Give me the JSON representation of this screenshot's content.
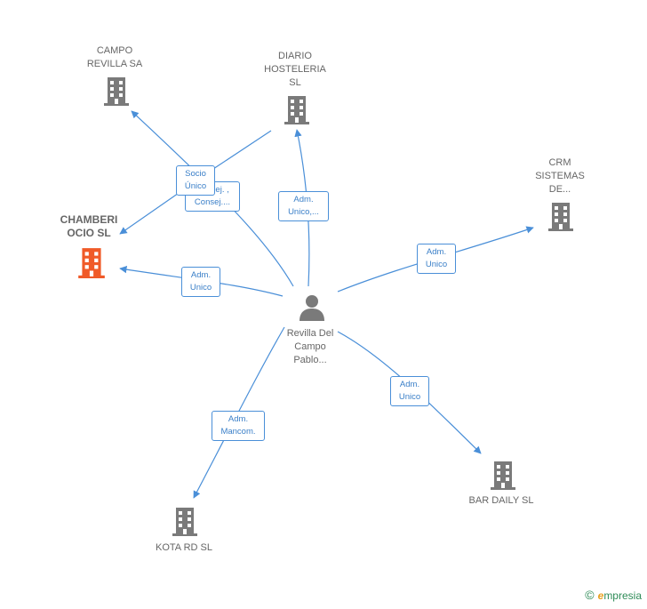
{
  "nodes": {
    "campo_revilla": "CAMPO\nREVILLA SA",
    "diario_hosteleria": "DIARIO\nHOSTELERIA\nSL",
    "crm_sistemas": "CRM\nSISTEMAS\nDE...",
    "chamberi_ocio": "CHAMBERI\nOCIO  SL",
    "bar_daily": "BAR DAILY SL",
    "kota_rd": "KOTA RD  SL",
    "person": "Revilla Del\nCampo\nPablo..."
  },
  "edges": {
    "socio_unico": "Socio\nÚnico",
    "consej": "Consej. ,\nConsej....",
    "adm_unico_diario": "Adm.\nUnico,...",
    "adm_unico_crm": "Adm.\nUnico",
    "adm_unico_chamberi": "Adm.\nUnico",
    "adm_unico_bar": "Adm.\nUnico",
    "adm_mancom": "Adm.\nMancom."
  },
  "colors": {
    "edge": "#4a8fd8",
    "building": "#7a7a7a",
    "building_focus": "#f05a28",
    "person": "#7a7a7a"
  },
  "footer": {
    "copyright": "©",
    "brand_e": "e",
    "brand_rest": "mpresia"
  }
}
